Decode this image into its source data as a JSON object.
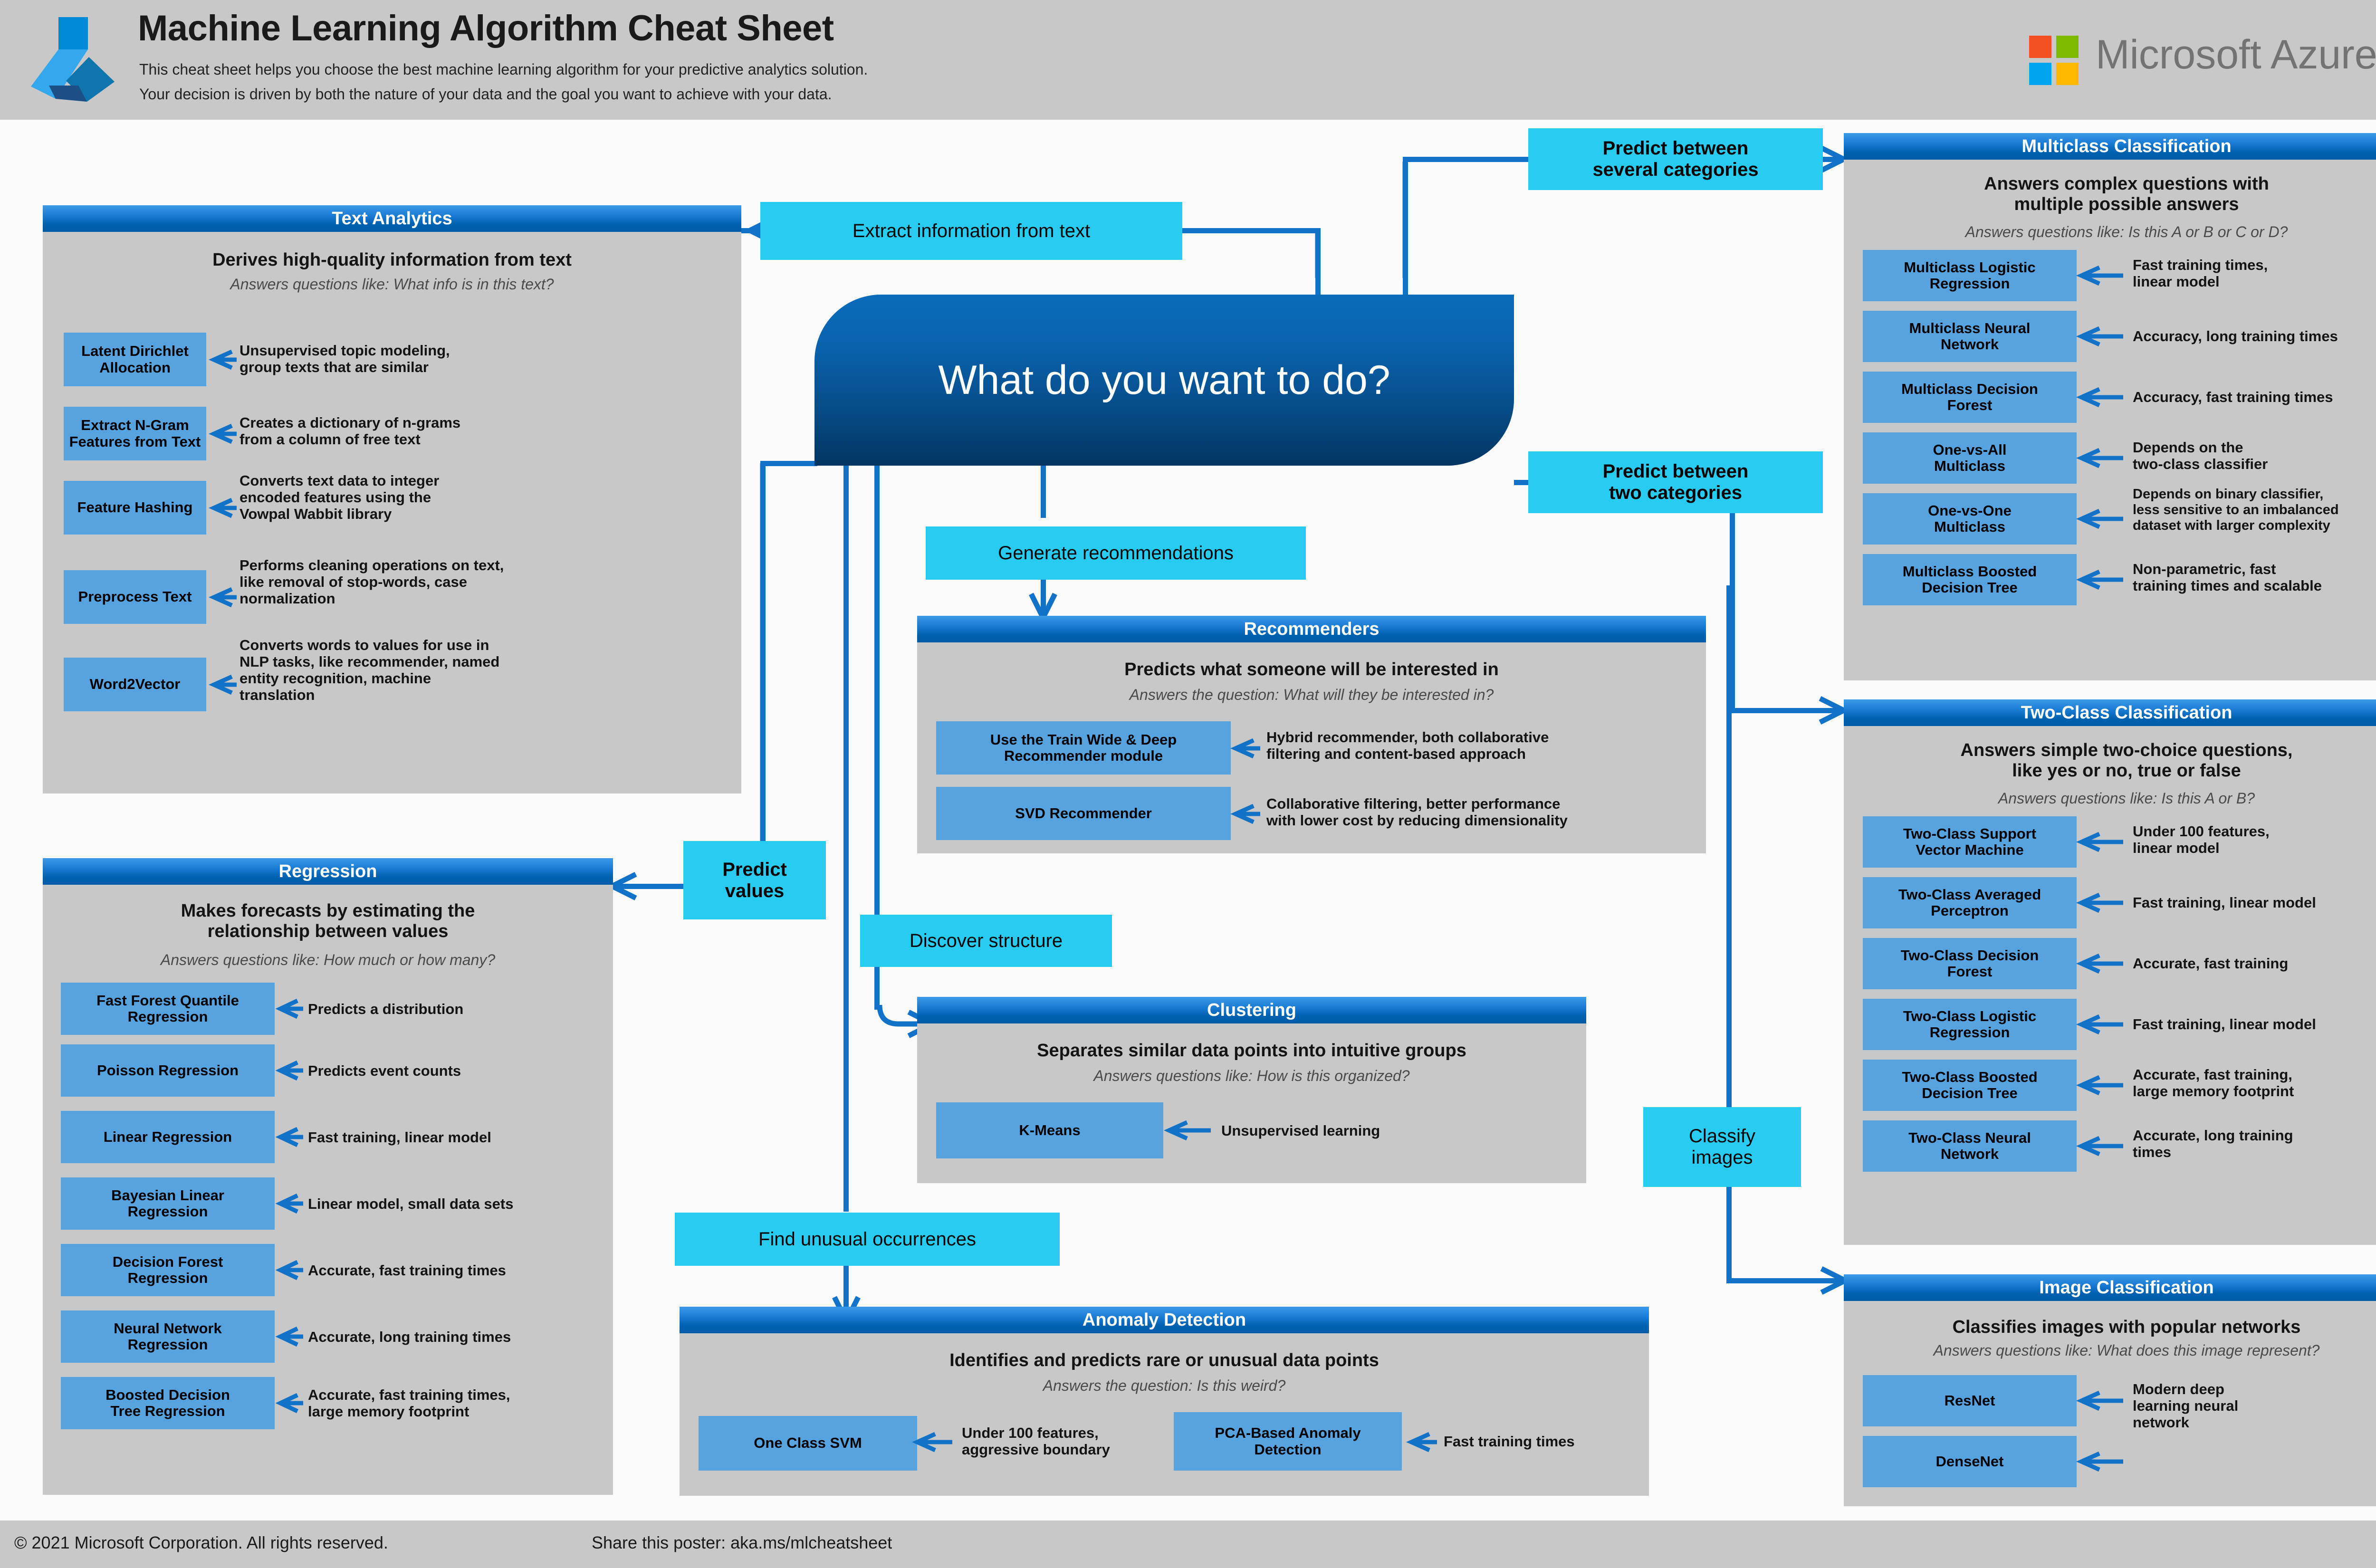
{
  "header": {
    "title": "Machine Learning Algorithm Cheat Sheet",
    "subtitle_line1": "This cheat sheet helps you choose the best machine learning algorithm for your predictive analytics solution.",
    "subtitle_line2": "Your decision is driven by both the nature of your data and the goal you want to achieve with your data.",
    "brand": "Microsoft Azure",
    "logo_icon": "azure-logo-icon",
    "ms_logo_icon": "microsoft-squares-logo-icon"
  },
  "hub": {
    "question": "What do you want to do?"
  },
  "chips": {
    "extract_text": "Extract information from text",
    "predict_several": "Predict between\nseveral categories",
    "predict_two": "Predict between\ntwo categories",
    "generate_recommendations": "Generate recommendations",
    "predict_values": "Predict\nvalues",
    "discover_structure": "Discover structure",
    "find_unusual": "Find unusual occurrences",
    "classify_images": "Classify\nimages"
  },
  "panels": {
    "text_analytics": {
      "title": "Text Analytics",
      "description": "Derives high-quality information from text",
      "question": "Answers questions like: What info is in this text?",
      "items": [
        {
          "name": "Latent Dirichlet\nAllocation",
          "note": "Unsupervised topic modeling,\ngroup texts that are similar"
        },
        {
          "name": "Extract N-Gram\nFeatures from Text",
          "note": "Creates a dictionary of n-grams\nfrom a column of free text"
        },
        {
          "name": "Feature Hashing",
          "note": "Converts text data to integer\nencoded features using the\nVowpal Wabbit library"
        },
        {
          "name": "Preprocess Text",
          "note": "Performs cleaning operations on text,\nlike removal of stop-words, case\nnormalization"
        },
        {
          "name": "Word2Vector",
          "note": "Converts words to values for use in\nNLP tasks, like recommender, named\nentity recognition, machine\ntranslation"
        }
      ]
    },
    "regression": {
      "title": "Regression",
      "description": "Makes forecasts by estimating the\nrelationship between values",
      "question": "Answers questions like: How much or how many?",
      "items": [
        {
          "name": "Fast Forest Quantile\nRegression",
          "note": "Predicts a distribution"
        },
        {
          "name": "Poisson Regression",
          "note": "Predicts event counts"
        },
        {
          "name": "Linear Regression",
          "note": "Fast training, linear model"
        },
        {
          "name": "Bayesian Linear\nRegression",
          "note": "Linear model, small data sets"
        },
        {
          "name": "Decision Forest\nRegression",
          "note": "Accurate, fast training times"
        },
        {
          "name": "Neural Network\nRegression",
          "note": "Accurate, long training times"
        },
        {
          "name": "Boosted Decision\nTree Regression",
          "note": "Accurate, fast training times,\nlarge memory footprint"
        }
      ]
    },
    "recommenders": {
      "title": "Recommenders",
      "description": "Predicts what someone will be interested in",
      "question": "Answers the question: What will they be interested in?",
      "items": [
        {
          "name": "Use the Train Wide & Deep\nRecommender module",
          "note": "Hybrid recommender, both collaborative\nfiltering and content-based approach"
        },
        {
          "name": "SVD Recommender",
          "note": "Collaborative filtering, better performance\nwith lower cost by reducing dimensionality"
        }
      ]
    },
    "clustering": {
      "title": "Clustering",
      "description": "Separates similar data points into intuitive groups",
      "question": "Answers questions like: How is this organized?",
      "items": [
        {
          "name": "K-Means",
          "note": "Unsupervised learning"
        }
      ]
    },
    "anomaly_detection": {
      "title": "Anomaly Detection",
      "description": "Identifies and predicts rare or unusual data points",
      "question": "Answers the question: Is this weird?",
      "items": [
        {
          "name": "One Class SVM",
          "note": "Under 100 features,\naggressive boundary"
        },
        {
          "name": "PCA-Based Anomaly\nDetection",
          "note": "Fast training times"
        }
      ]
    },
    "multiclass_classification": {
      "title": "Multiclass Classification",
      "description": "Answers complex questions with\nmultiple possible answers",
      "question": "Answers questions like: Is this A or B or C or D?",
      "items": [
        {
          "name": "Multiclass Logistic\nRegression",
          "note": "Fast training times,\nlinear model"
        },
        {
          "name": "Multiclass Neural\nNetwork",
          "note": "Accuracy, long training times"
        },
        {
          "name": "Multiclass Decision\nForest",
          "note": "Accuracy, fast training times"
        },
        {
          "name": "One-vs-All\nMulticlass",
          "note": "Depends on the\ntwo-class classifier"
        },
        {
          "name": "One-vs-One\nMulticlass",
          "note": "Depends on binary classifier,\nless sensitive to an imbalanced\ndataset with larger complexity"
        },
        {
          "name": "Multiclass Boosted\nDecision Tree",
          "note": "Non-parametric, fast\ntraining times and scalable"
        }
      ]
    },
    "two_class_classification": {
      "title": "Two-Class Classification",
      "description": "Answers simple two-choice questions,\nlike yes or no, true or false",
      "question": "Answers questions like: Is this A or B?",
      "items": [
        {
          "name": "Two-Class Support\nVector Machine",
          "note": "Under 100 features,\nlinear model"
        },
        {
          "name": "Two-Class Averaged\nPerceptron",
          "note": "Fast training, linear model"
        },
        {
          "name": "Two-Class Decision\nForest",
          "note": "Accurate, fast training"
        },
        {
          "name": "Two-Class Logistic\nRegression",
          "note": "Fast training, linear model"
        },
        {
          "name": "Two-Class Boosted\nDecision Tree",
          "note": "Accurate, fast training,\nlarge memory footprint"
        },
        {
          "name": "Two-Class Neural\nNetwork",
          "note": "Accurate, long training\ntimes"
        }
      ]
    },
    "image_classification": {
      "title": "Image Classification",
      "description": "Classifies images with popular networks",
      "question": "Answers questions like: What does this image represent?",
      "items": [
        {
          "name": "ResNet",
          "note": "Modern deep\nlearning neural\nnetwork"
        },
        {
          "name": "DenseNet",
          "note": ""
        }
      ]
    }
  },
  "footer": {
    "copyright": "© 2021 Microsoft Corporation. All rights reserved.",
    "share": "Share this poster: aka.ms/mlcheatsheet"
  },
  "colors": {
    "panel_bg": "#c8c8c8",
    "panel_header_blue": "#0062b1",
    "algo_blue": "#56a3e0",
    "chip_cyan": "#28ccf0",
    "wire_blue": "#1272c8",
    "hub_blue": "#064b86"
  }
}
